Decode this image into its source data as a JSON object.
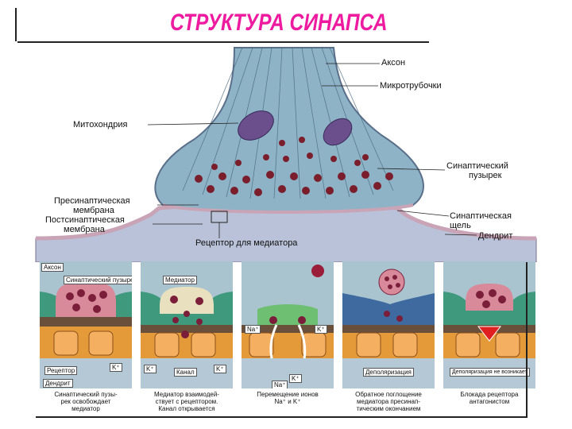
{
  "title": "СТРУКТУРА СИНАПСА",
  "main_labels": {
    "axon": "Аксон",
    "microtubules": "Микротрубочки",
    "mitochondria": "Митохондрия",
    "vesicle_1": "Синаптический",
    "vesicle_2": "пузырек",
    "presyn_1": "Пресинаптическая",
    "presyn_2": "мембрана",
    "postsyn_1": "Постсинаптическая",
    "postsyn_2": "мембрана",
    "cleft_1": "Синаптическая",
    "cleft_2": "щель",
    "dendrite": "Дендрит",
    "receptor": "Рецептор для медиатора"
  },
  "panels": [
    {
      "tags": [
        "Аксон",
        "Синаптический пузырек"
      ],
      "bottom_tags": [
        "Рецептор",
        "K⁺",
        "Дендрит"
      ],
      "caption": [
        "Синаптический пузы-",
        "рек освобождает",
        "медиатор"
      ]
    },
    {
      "tags": [
        "Медиатор"
      ],
      "bottom_tags": [
        "K⁺",
        "Канал",
        "K⁺"
      ],
      "caption": [
        "Медиатор взаимодей-",
        "ствует с рецептором.",
        "Канал открывается"
      ]
    },
    {
      "tags": [
        "Na⁺",
        "K⁺"
      ],
      "bottom_tags": [
        "Na⁺",
        "K⁺"
      ],
      "caption": [
        "Перемещение ионов",
        "Na⁺ и K⁺"
      ]
    },
    {
      "tags": [],
      "bottom_tags": [
        "Деполяризация"
      ],
      "caption": [
        "Обратное поглощение",
        "медиатора пресинап-",
        "тическим окончанием"
      ]
    },
    {
      "tags": [],
      "bottom_tags": [
        "Деполяризация не возникает"
      ],
      "caption": [
        "Блокада рецептора",
        "антагонистом"
      ]
    }
  ]
}
